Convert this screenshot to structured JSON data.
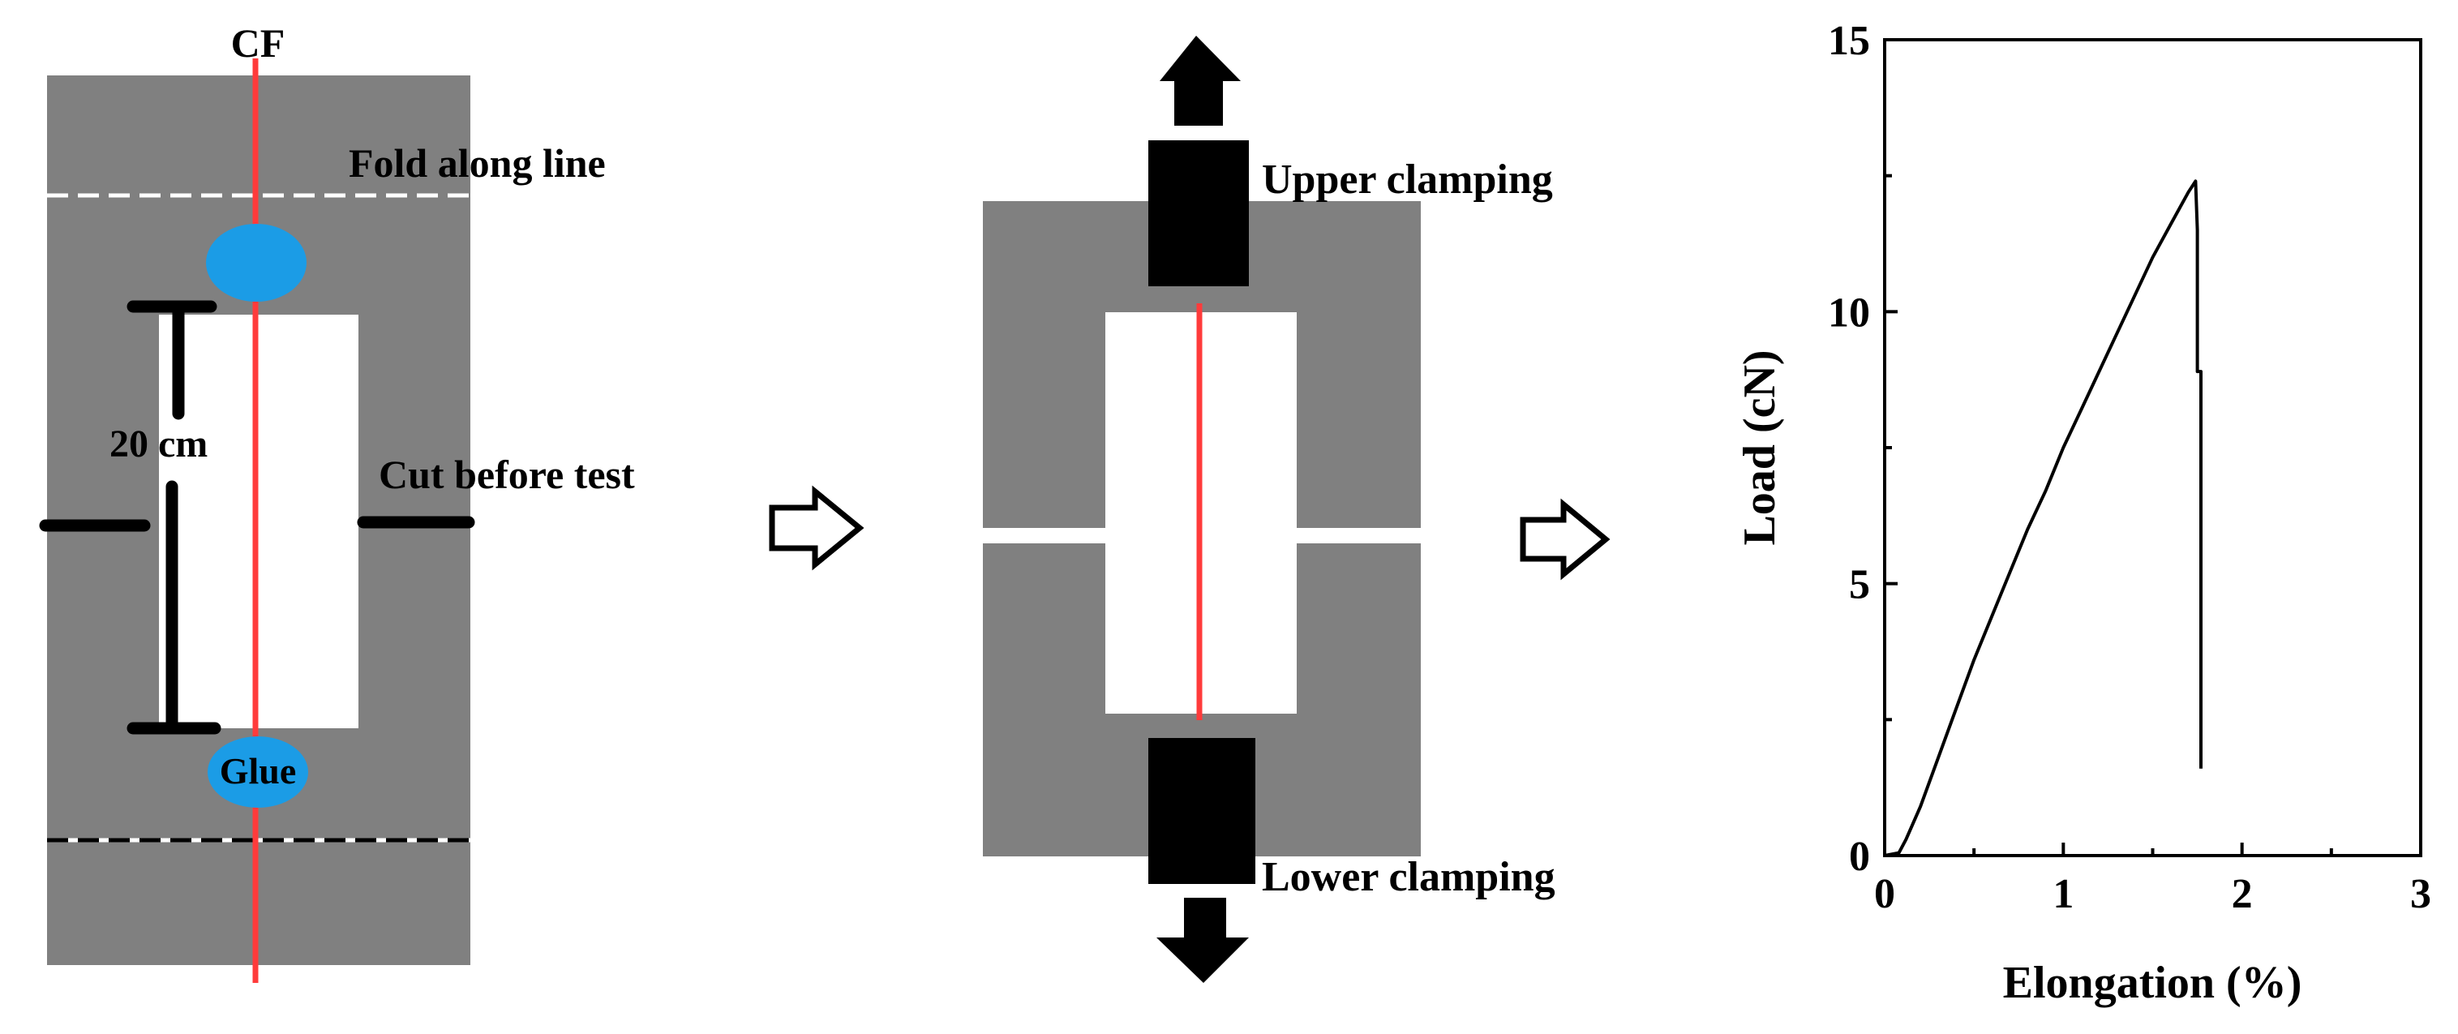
{
  "colors": {
    "gray": "#808080",
    "fiber": "#ff3b3b",
    "glue": "#1b9ce6",
    "black": "#000000",
    "white": "#ffffff"
  },
  "specimen": {
    "fiber_label": "CF",
    "fold_label": "Fold along line",
    "length_label": "20 cm",
    "cut_label": "Cut before test",
    "glue_label": "Glue"
  },
  "mounting": {
    "upper_label": "Upper clamping",
    "lower_label": "Lower clamping"
  },
  "icons": {
    "flow_arrow": "right-arrow-outline-icon",
    "pull_arrow_up": "up-arrow-icon",
    "pull_arrow_down": "down-arrow-icon"
  },
  "chart_data": {
    "type": "line",
    "title": "",
    "xlabel": "Elongation (%)",
    "ylabel": "Load (cN)",
    "xlim": [
      0,
      3
    ],
    "ylim": [
      0,
      15
    ],
    "xticks": [
      0,
      1,
      2,
      3
    ],
    "yticks": [
      0,
      5,
      10,
      15
    ],
    "grid": false,
    "legend": "none",
    "series": [
      {
        "color": "#000000",
        "x": [
          0.0,
          0.08,
          0.12,
          0.2,
          0.3,
          0.4,
          0.5,
          0.6,
          0.7,
          0.8,
          0.9,
          1.0,
          1.1,
          1.2,
          1.3,
          1.4,
          1.5,
          1.6,
          1.7,
          1.74,
          1.75,
          1.75,
          1.77,
          1.77,
          1.77
        ],
        "y": [
          0.0,
          0.05,
          0.3,
          0.9,
          1.8,
          2.7,
          3.6,
          4.4,
          5.2,
          6.0,
          6.7,
          7.5,
          8.2,
          8.9,
          9.6,
          10.3,
          11.0,
          11.6,
          12.2,
          12.4,
          11.5,
          8.9,
          8.9,
          7.3,
          1.6
        ]
      }
    ]
  }
}
